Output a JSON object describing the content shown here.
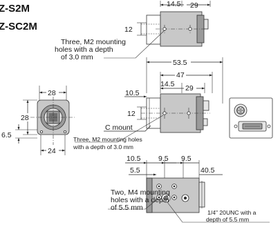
{
  "titles": {
    "model_a": "Z-S2M",
    "model_b": "Z-SC2M"
  },
  "top_view": {
    "dim_width": "14.5",
    "dim_length": "29",
    "dim_height": "12",
    "note_line1": "Three, M2 mounting",
    "note_line2": "holes with a depth",
    "note_line3": "of 3.0 mm"
  },
  "side_view": {
    "dim_total": "53.5",
    "dim_body": "47",
    "dim_offset": "14.5",
    "dim_hole_pitch": "29",
    "dim_lens_mount": "10.5",
    "dim_height": "12",
    "mount_label": "C mount",
    "note_line1": "Three, M2 mounting holes",
    "note_line2": "with a depth of 3.0 mm"
  },
  "front_view": {
    "dim_top_width": "28",
    "dim_height": "28",
    "dim_bottom_offset": "6.5",
    "dim_bottom_width": "24"
  },
  "bottom_view": {
    "dim_a": "10.5",
    "dim_b": "9.5",
    "dim_c": "9.5",
    "dim_d": "5.5",
    "dim_e": "40.5",
    "note_line1": "Two, M4 mounting",
    "note_line2": "holes with a depth",
    "note_line3": "of 5.5 mm",
    "tripod_line1": "1/4\" 20UNC with a",
    "tripod_line2": "depth of 5.5 mm"
  }
}
